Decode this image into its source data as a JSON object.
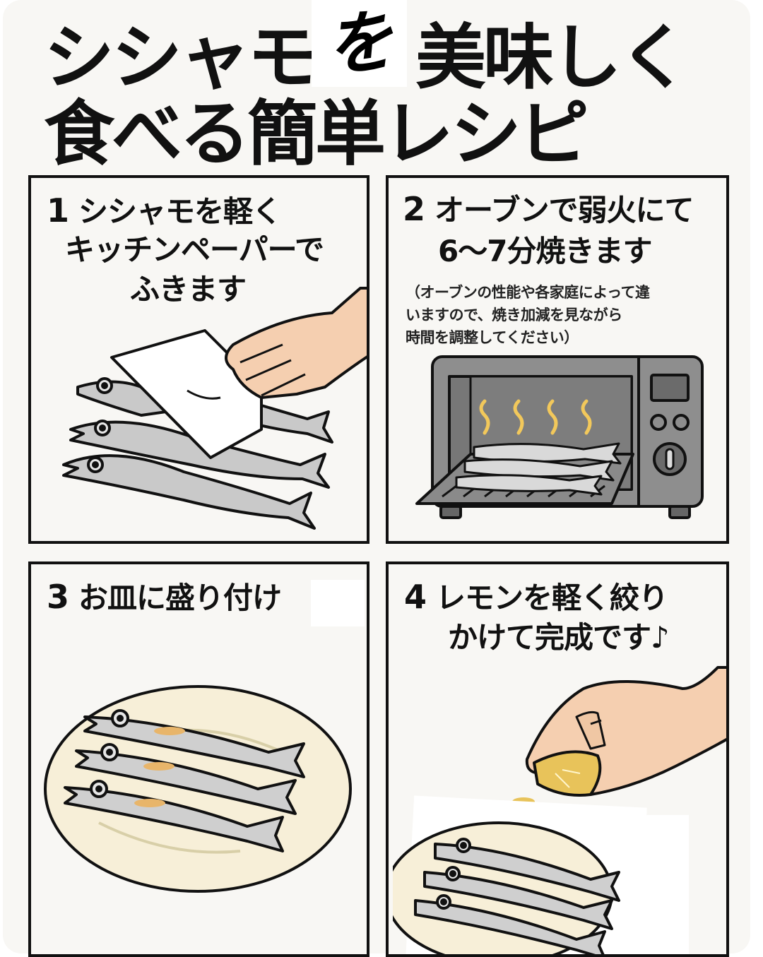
{
  "title": {
    "line1_part1": "シシャモ",
    "line1_patch": "を",
    "line1_part2": "美味しく",
    "line2": "食べる簡単レシピ"
  },
  "steps": [
    {
      "number": "1",
      "lines": [
        "シシャモを軽く",
        "キッチンペーパーで",
        "ふきます"
      ],
      "illustration": "hand-wiping-fish-with-paper-towel"
    },
    {
      "number": "2",
      "lines": [
        "オーブンで弱火にて",
        "6〜7分焼きます"
      ],
      "note_lines": [
        "（オーブンの性能や各家庭によって違",
        "いますので、焼き加減を見ながら",
        "時間を調整してください）"
      ],
      "illustration": "fish-grilling-in-toaster-oven"
    },
    {
      "number": "3",
      "lines": [
        "お皿に盛り付け"
      ],
      "illustration": "fish-on-plate"
    },
    {
      "number": "4",
      "lines": [
        "レモンを軽く絞り",
        "かけて完成です♪"
      ],
      "illustration": "hand-squeezing-lemon-over-plated-fish"
    }
  ],
  "colors": {
    "background": "#f8f7f4",
    "ink": "#111111",
    "skin": "#f5cfb0",
    "fish_body": "#c9c9c9",
    "fish_belly": "#e6e6e6",
    "plate": "#f7efd8",
    "oven_body": "#8e8e8e",
    "oven_window": "#777777",
    "steam": "#f2c85b",
    "lemon": "#e8c35a"
  }
}
